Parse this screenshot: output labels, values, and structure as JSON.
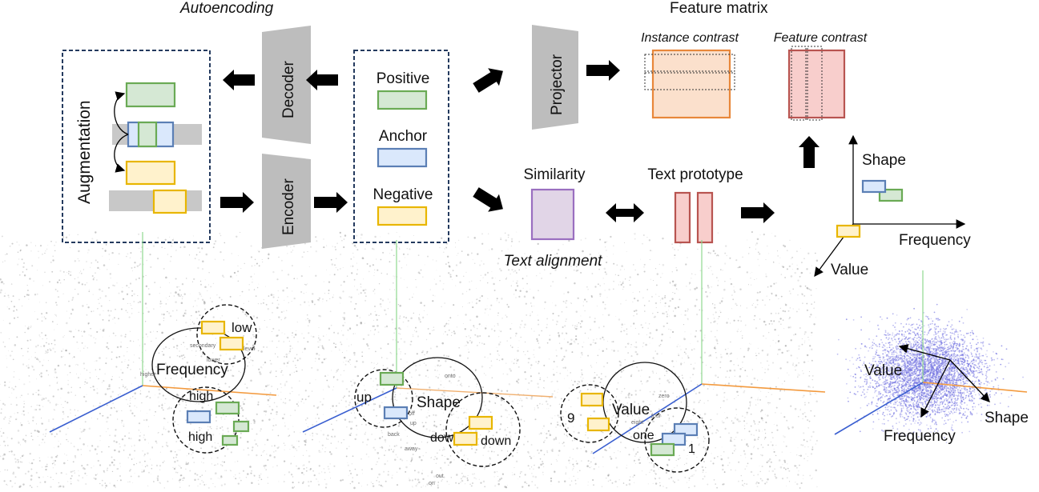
{
  "labels": {
    "autoencoding": "Autoencoding",
    "feature_matrix": "Feature matrix",
    "instance_contrast": "Instance contrast",
    "feature_contrast": "Feature contrast",
    "augmentation": "Augmentation",
    "decoder": "Decoder",
    "encoder": "Encoder",
    "projector": "Projector",
    "positive": "Positive",
    "anchor": "Anchor",
    "negative": "Negative",
    "similarity": "Similarity",
    "text_alignment": "Text alignment",
    "text_prototype": "Text prototype",
    "shape": "Shape",
    "frequency": "Frequency",
    "value": "Value"
  },
  "embeddings": {
    "p1": {
      "big": "Frequency",
      "small1": "low",
      "small2": "high",
      "small3": "high",
      "tiny": [
        "secondary",
        "lower",
        "level",
        "higher"
      ]
    },
    "p2": {
      "big": "Shape",
      "small1": "up",
      "small2": "down",
      "small3": "down",
      "tiny": [
        "onto",
        "off",
        "up",
        "back",
        "away",
        "out",
        "on"
      ]
    },
    "p3": {
      "big": "Value",
      "small1": "9",
      "small2": "one",
      "small3": "1",
      "tiny": [
        "zero",
        "four",
        "eight"
      ]
    },
    "p4": {
      "value": "Value",
      "frequency": "Frequency",
      "shape": "Shape"
    }
  },
  "colors": {
    "green": "#6aaa55",
    "blue": "#5b7fb5",
    "yellow": "#e8b600",
    "red": "#b85450",
    "orange": "#e8873a",
    "purple": "#9a6fc0",
    "scatter_blue": "#6f6fe0"
  }
}
